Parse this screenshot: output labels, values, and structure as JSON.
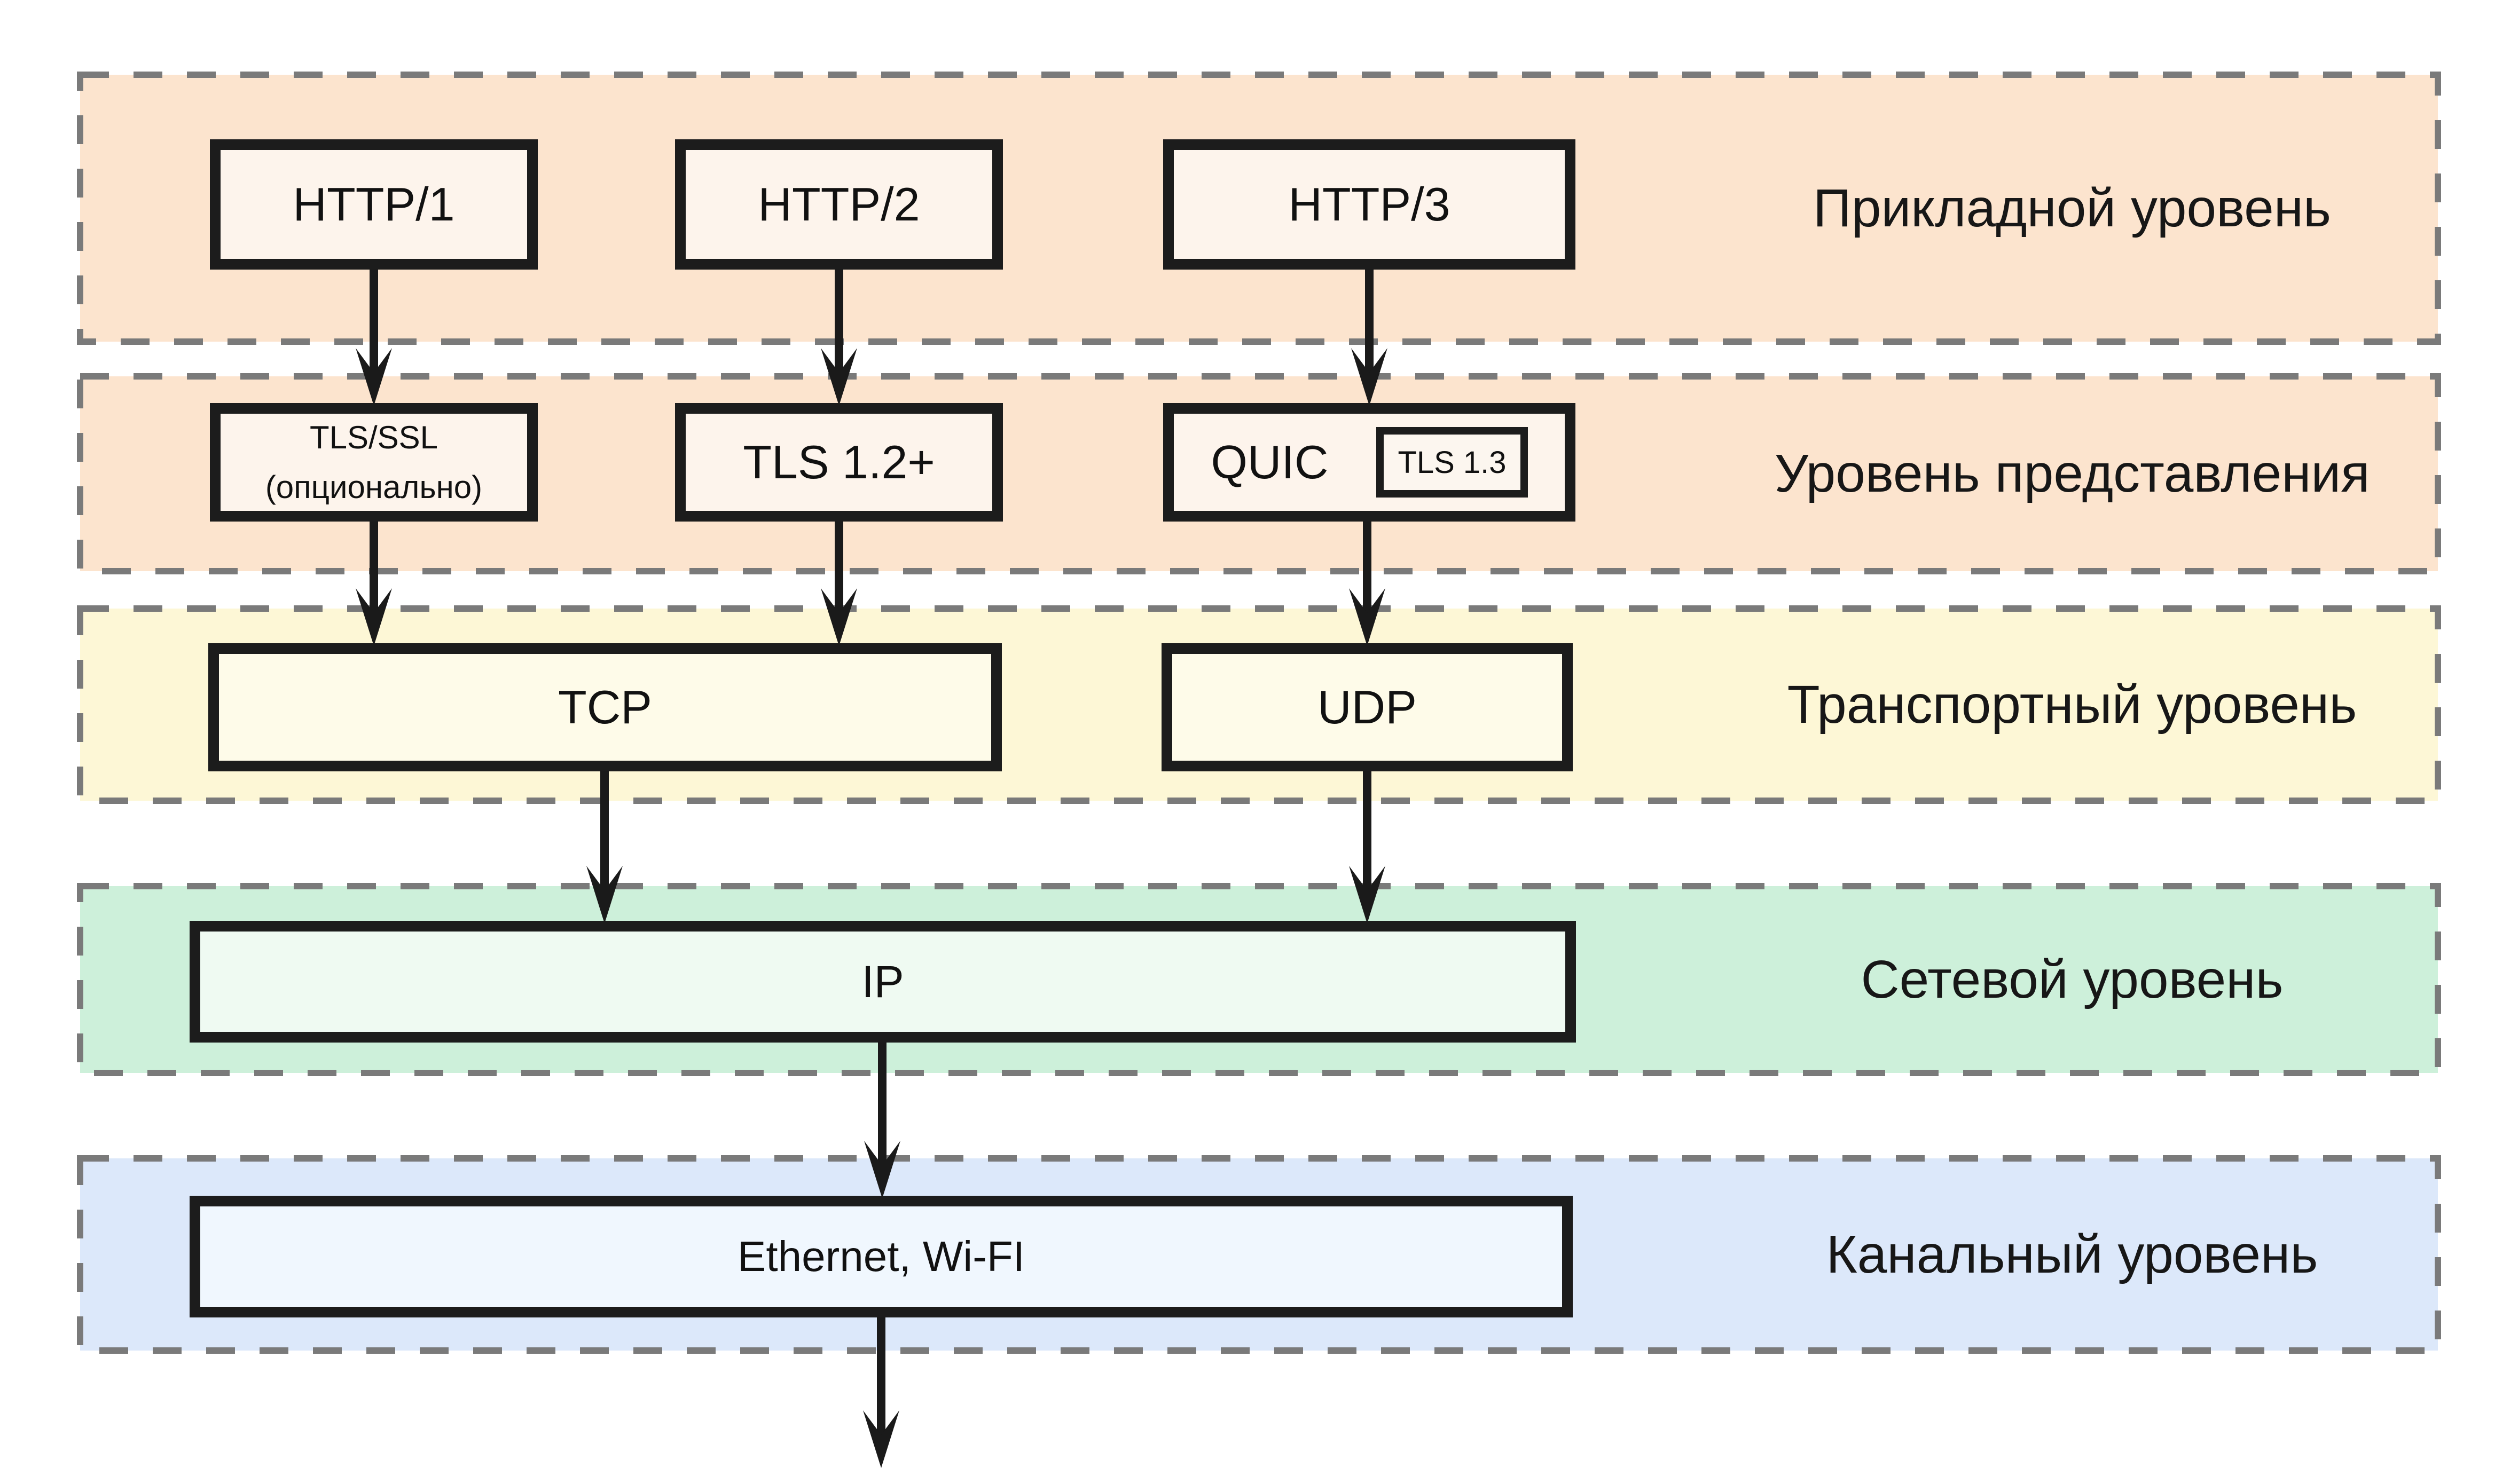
{
  "diagram": {
    "description": "Protocol stack diagram: HTTP versions over TLS/QUIC over TCP/UDP over IP over Ethernet/Wi-FI",
    "layers": [
      {
        "id": "application",
        "label": "Прикладной уровень",
        "band_color": "#FCE4CE"
      },
      {
        "id": "presentation",
        "label": "Уровень представления",
        "band_color": "#FCE4CE"
      },
      {
        "id": "transport",
        "label": "Транспортный уровень",
        "band_color": "#FDF7D6"
      },
      {
        "id": "network",
        "label": "Сетевой уровень",
        "band_color": "#CDF0DA"
      },
      {
        "id": "datalink",
        "label": "Канальный уровень",
        "band_color": "#DCE8FA"
      }
    ],
    "nodes": {
      "http1": {
        "label": "HTTP/1",
        "layer": "application"
      },
      "http2": {
        "label": "HTTP/2",
        "layer": "application"
      },
      "http3": {
        "label": "HTTP/3",
        "layer": "application"
      },
      "tls_ssl": {
        "line1": "TLS/SSL",
        "line2": "(опционально)",
        "layer": "presentation"
      },
      "tls12": {
        "label": "TLS 1.2+",
        "layer": "presentation"
      },
      "quic": {
        "label": "QUIC",
        "badge": "TLS 1.3",
        "layer": "presentation"
      },
      "tcp": {
        "label": "TCP",
        "layer": "transport"
      },
      "udp": {
        "label": "UDP",
        "layer": "transport"
      },
      "ip": {
        "label": "IP",
        "layer": "network"
      },
      "ethernet": {
        "label": "Ethernet, Wi-FI",
        "layer": "datalink"
      }
    },
    "edges": [
      {
        "from": "http1",
        "to": "tls_ssl"
      },
      {
        "from": "http2",
        "to": "tls12"
      },
      {
        "from": "http3",
        "to": "quic"
      },
      {
        "from": "tls_ssl",
        "to": "tcp"
      },
      {
        "from": "tls12",
        "to": "tcp"
      },
      {
        "from": "quic",
        "to": "udp"
      },
      {
        "from": "tcp",
        "to": "ip"
      },
      {
        "from": "udp",
        "to": "ip"
      },
      {
        "from": "ip",
        "to": "ethernet"
      },
      {
        "from": "ethernet",
        "to": "physical-medium-below"
      }
    ],
    "colors": {
      "node_border": "#1c1c1c",
      "arrow": "#1a1a1a",
      "dashed_band_border": "#7a7a7a",
      "node_fill_warm": "#FDF4EC",
      "node_fill_yellow": "#FEFBE9",
      "node_fill_green": "#EFFAF2",
      "node_fill_blue": "#F0F7FE",
      "background": "#ffffff"
    }
  }
}
